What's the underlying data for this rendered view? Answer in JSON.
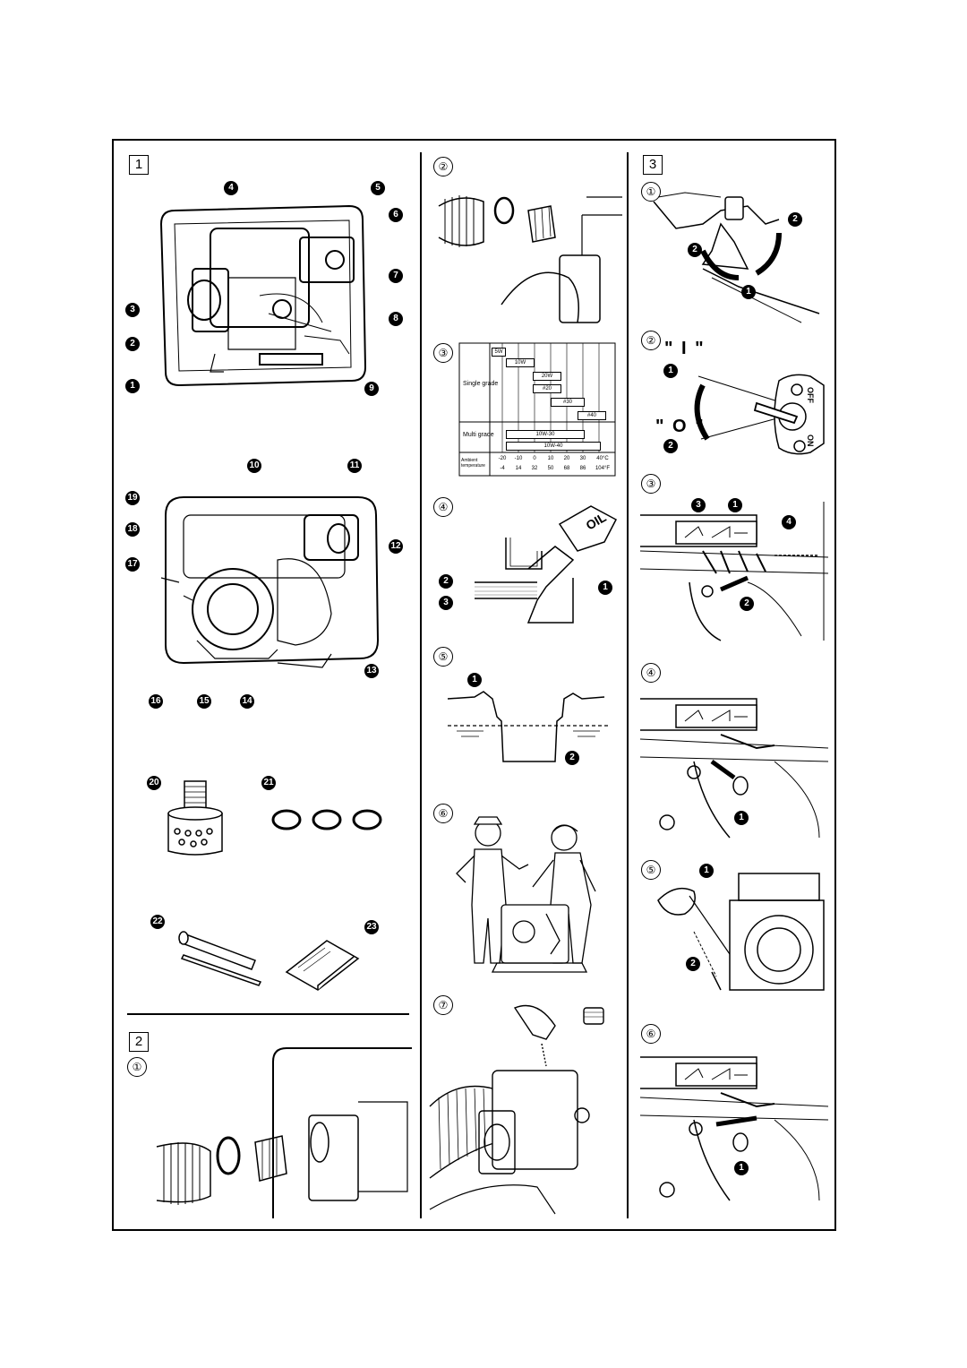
{
  "sections": {
    "s1": "1",
    "s2": "2",
    "s3": "3"
  },
  "steps": {
    "c2_1": "①",
    "c2_2": "②",
    "c2_3": "③",
    "c2_4": "④",
    "c2_5": "⑤",
    "c2_6": "⑥",
    "c2_7": "⑦",
    "c3_1": "①",
    "c3_2": "②",
    "c3_3": "③",
    "c3_4": "④",
    "c3_5": "⑤",
    "c3_6": "⑥"
  },
  "part_callouts": {
    "p1": "1",
    "p2": "2",
    "p3": "3",
    "p4": "4",
    "p5": "5",
    "p6": "6",
    "p7": "7",
    "p8": "8",
    "p9": "9",
    "p10": "10",
    "p11": "11",
    "p12": "12",
    "p13": "13",
    "p14": "14",
    "p15": "15",
    "p16": "16",
    "p17": "17",
    "p18": "18",
    "p19": "19",
    "p20": "20",
    "p21": "21",
    "p22": "22",
    "p23": "23"
  },
  "small_callouts": {
    "one": "1",
    "two": "2",
    "three": "3",
    "four": "4"
  },
  "switch": {
    "on_mark": "\" I \"",
    "off_mark": "\" O \"",
    "off_label": "OFF",
    "on_label": "ON"
  },
  "oil_label": "OIL",
  "oil_table": {
    "single_label": "Single grade",
    "multi_label": "Multi grade",
    "ambient_label": "Ambient temperature",
    "single_grades": [
      "5W",
      "10W",
      "20W",
      "#20",
      "#30",
      "#40"
    ],
    "multi_grades": [
      "10W-30",
      "10W-40"
    ],
    "celsius_ticks": [
      "-20",
      "-10",
      "0",
      "10",
      "20",
      "30",
      "40°C"
    ],
    "fahrenheit_ticks": [
      "-4",
      "14",
      "32",
      "50",
      "68",
      "86",
      "104°F"
    ]
  },
  "icon_colors": {
    "line": "#000000",
    "fill": "#ffffff",
    "shade": "#cccccc"
  }
}
